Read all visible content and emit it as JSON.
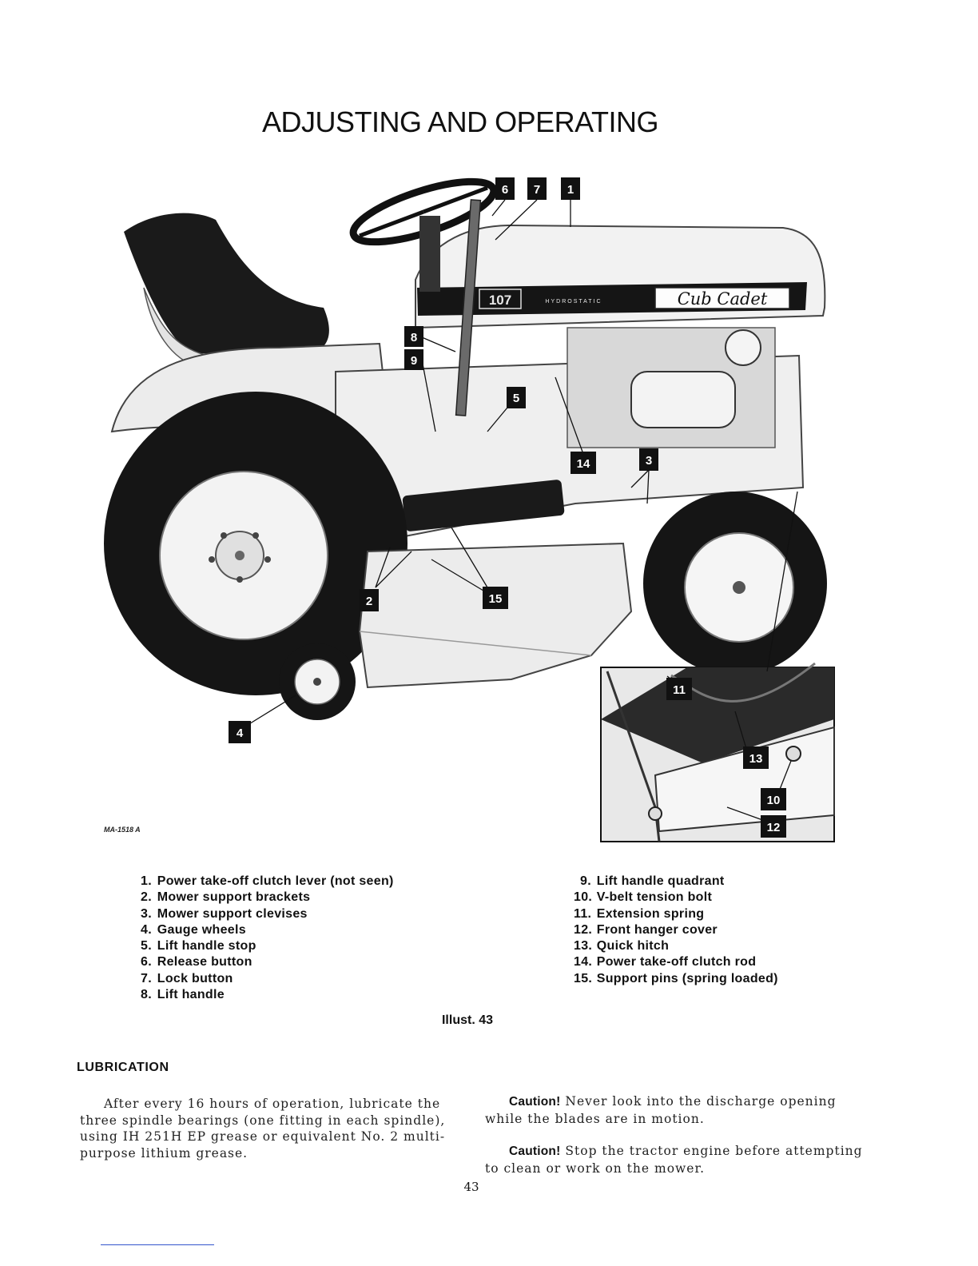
{
  "page_title": "ADJUSTING AND OPERATING",
  "figure": {
    "code": "MA-1518 A",
    "decal_model": "107",
    "decal_hydro": "HYDROSTATIC",
    "decal_brand": "Cub Cadet",
    "callouts": [
      "1",
      "2",
      "3",
      "4",
      "5",
      "6",
      "7",
      "8",
      "9",
      "10",
      "11",
      "12",
      "13",
      "14",
      "15"
    ]
  },
  "legend_left": [
    {
      "num": "1.",
      "text": "Power take-off clutch lever (not seen)"
    },
    {
      "num": "2.",
      "text": "Mower support brackets"
    },
    {
      "num": "3.",
      "text": "Mower support clevises"
    },
    {
      "num": "4.",
      "text": "Gauge wheels"
    },
    {
      "num": "5.",
      "text": "Lift handle stop"
    },
    {
      "num": "6.",
      "text": "Release button"
    },
    {
      "num": "7.",
      "text": "Lock button"
    },
    {
      "num": "8.",
      "text": "Lift handle"
    }
  ],
  "legend_right": [
    {
      "num": "9.",
      "text": "Lift handle quadrant"
    },
    {
      "num": "10.",
      "text": "V-belt tension bolt"
    },
    {
      "num": "11.",
      "text": "Extension spring"
    },
    {
      "num": "12.",
      "text": "Front hanger cover"
    },
    {
      "num": "13.",
      "text": "Quick hitch"
    },
    {
      "num": "14.",
      "text": "Power take-off clutch rod"
    },
    {
      "num": "15.",
      "text": "Support pins (spring loaded)"
    }
  ],
  "caption": "Illust. 43",
  "section_heading": "LUBRICATION",
  "lubrication_text": "After every 16 hours of operation, lubricate the three spindle bearings (one fitting in each spindle), using IH 251H EP grease or equivalent No. 2 multi-purpose lithium grease.",
  "cautions": [
    {
      "label": "Caution!",
      "text": "Never look into the discharge opening while the blades are in motion."
    },
    {
      "label": "Caution!",
      "text": "Stop the tractor engine before attempting to clean or work on the mower."
    }
  ],
  "page_number": "43"
}
